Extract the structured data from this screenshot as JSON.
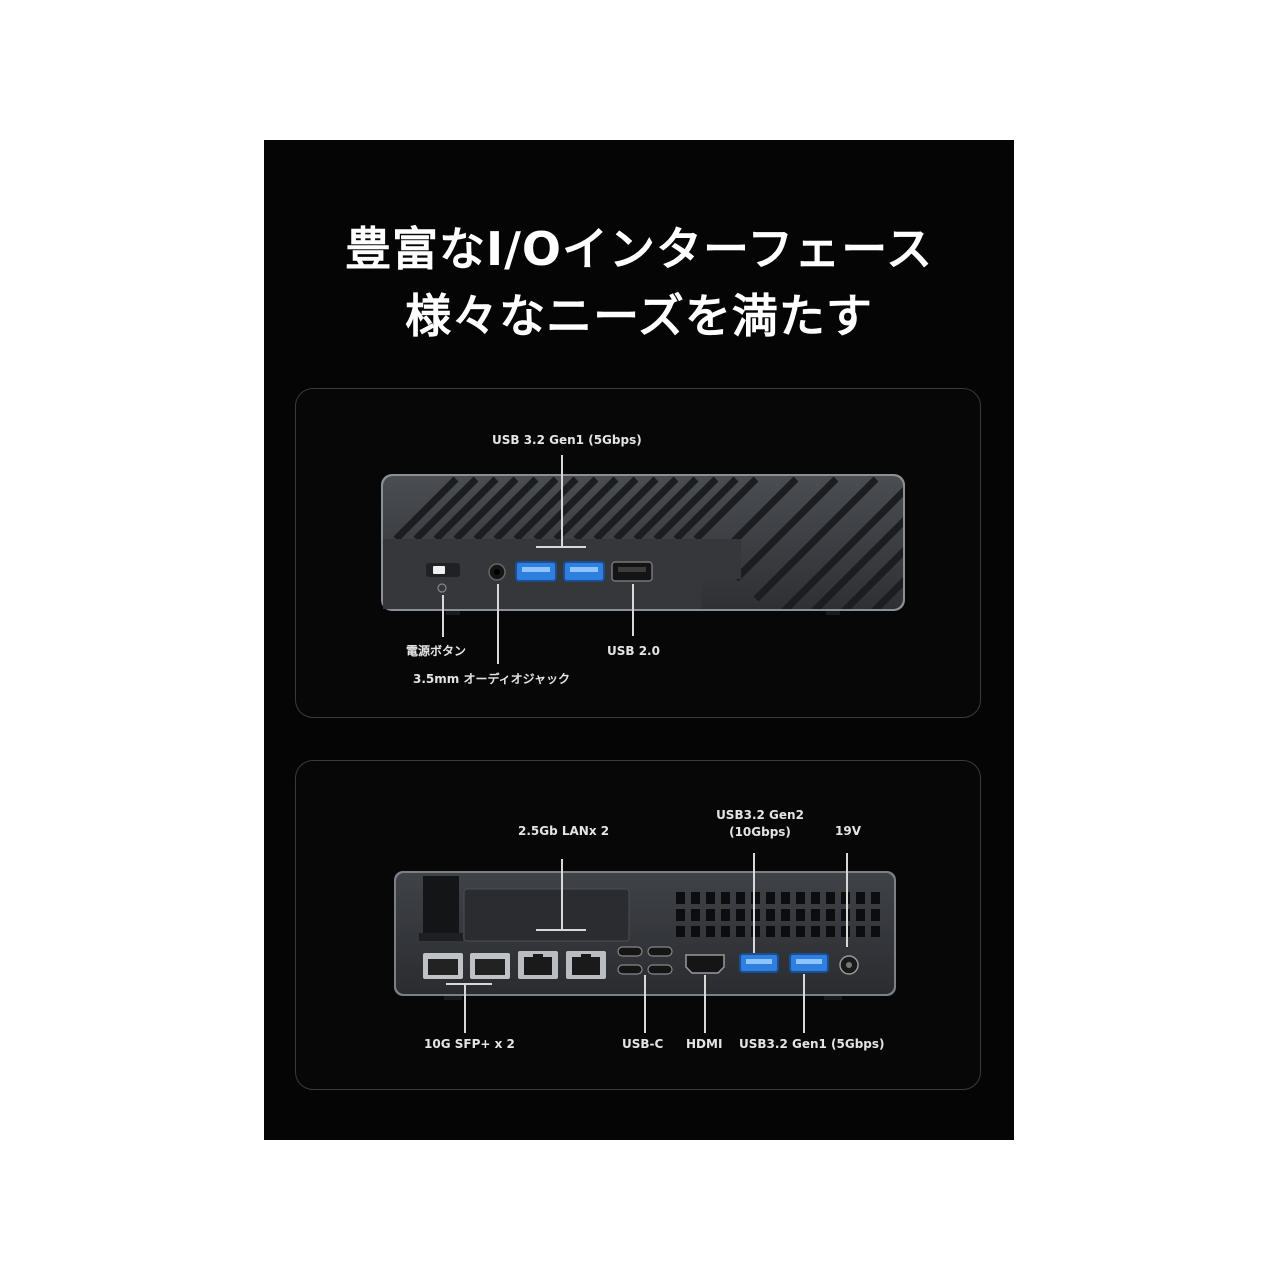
{
  "headline": {
    "line1": "豊富なI/Oインターフェース",
    "line2": "様々なニーズを満たす"
  },
  "front_panel": {
    "usb32_gen1": "USB 3.2 Gen1 (5Gbps)",
    "power_button": "電源ボタン",
    "usb20": "USB 2.0",
    "audio_jack": "3.5mm オーディオジャック"
  },
  "rear_panel": {
    "lan": "2.5Gb LANx 2",
    "usb32_gen2_line1": "USB3.2 Gen2",
    "usb32_gen2_line2": "(10Gbps)",
    "power_19v": "19V",
    "sfp": "10G SFP+ x 2",
    "usb_c": "USB-C",
    "hdmi": "HDMI",
    "usb32_gen1": "USB3.2 Gen1 (5Gbps)"
  },
  "colors": {
    "background": "#050505",
    "usb3_port_blue": "#2f7fe0",
    "device_body": "#3a3d42",
    "text": "#ffffff"
  }
}
